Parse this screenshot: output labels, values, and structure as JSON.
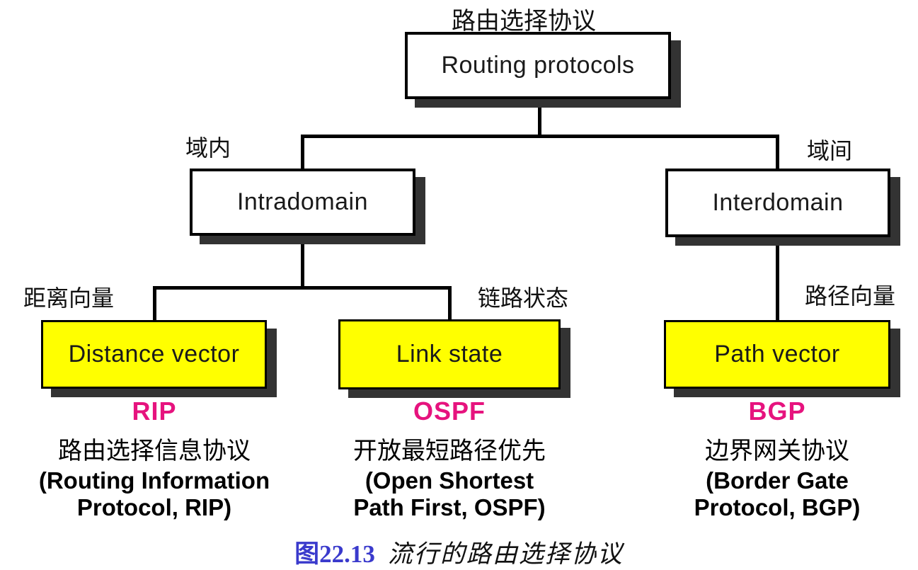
{
  "figure": {
    "root_label_cn": "路由选择协议",
    "root_name": "Routing protocols",
    "branches": [
      {
        "label_cn": "域内",
        "name": "Intradomain"
      },
      {
        "label_cn": "域间",
        "name": "Interdomain"
      }
    ],
    "leaves": [
      {
        "label_cn": "距离向量",
        "name": "Distance vector",
        "protocol": "RIP",
        "desc_cn": "路由选择信息协议",
        "desc_en_line1": "(Routing Information",
        "desc_en_line2": "Protocol, RIP)"
      },
      {
        "label_cn": "链路状态",
        "name": "Link state",
        "protocol": "OSPF",
        "desc_cn": "开放最短路径优先",
        "desc_en_line1": "(Open Shortest",
        "desc_en_line2": "Path First, OSPF)"
      },
      {
        "label_cn": "路径向量",
        "name": "Path vector",
        "protocol": "BGP",
        "desc_cn": "边界网关协议",
        "desc_en_line1": "(Border Gate",
        "desc_en_line2": "Protocol, BGP)"
      }
    ],
    "caption": {
      "number": "图22.13",
      "title": "流行的路由选择协议"
    },
    "colors": {
      "leaf_highlight_yellow": "#FFFF00",
      "protocol_magenta": "#E6137E",
      "caption_blue": "#3A3ACC",
      "box_shadow_gray": "#333333",
      "line_black": "#000000"
    }
  }
}
